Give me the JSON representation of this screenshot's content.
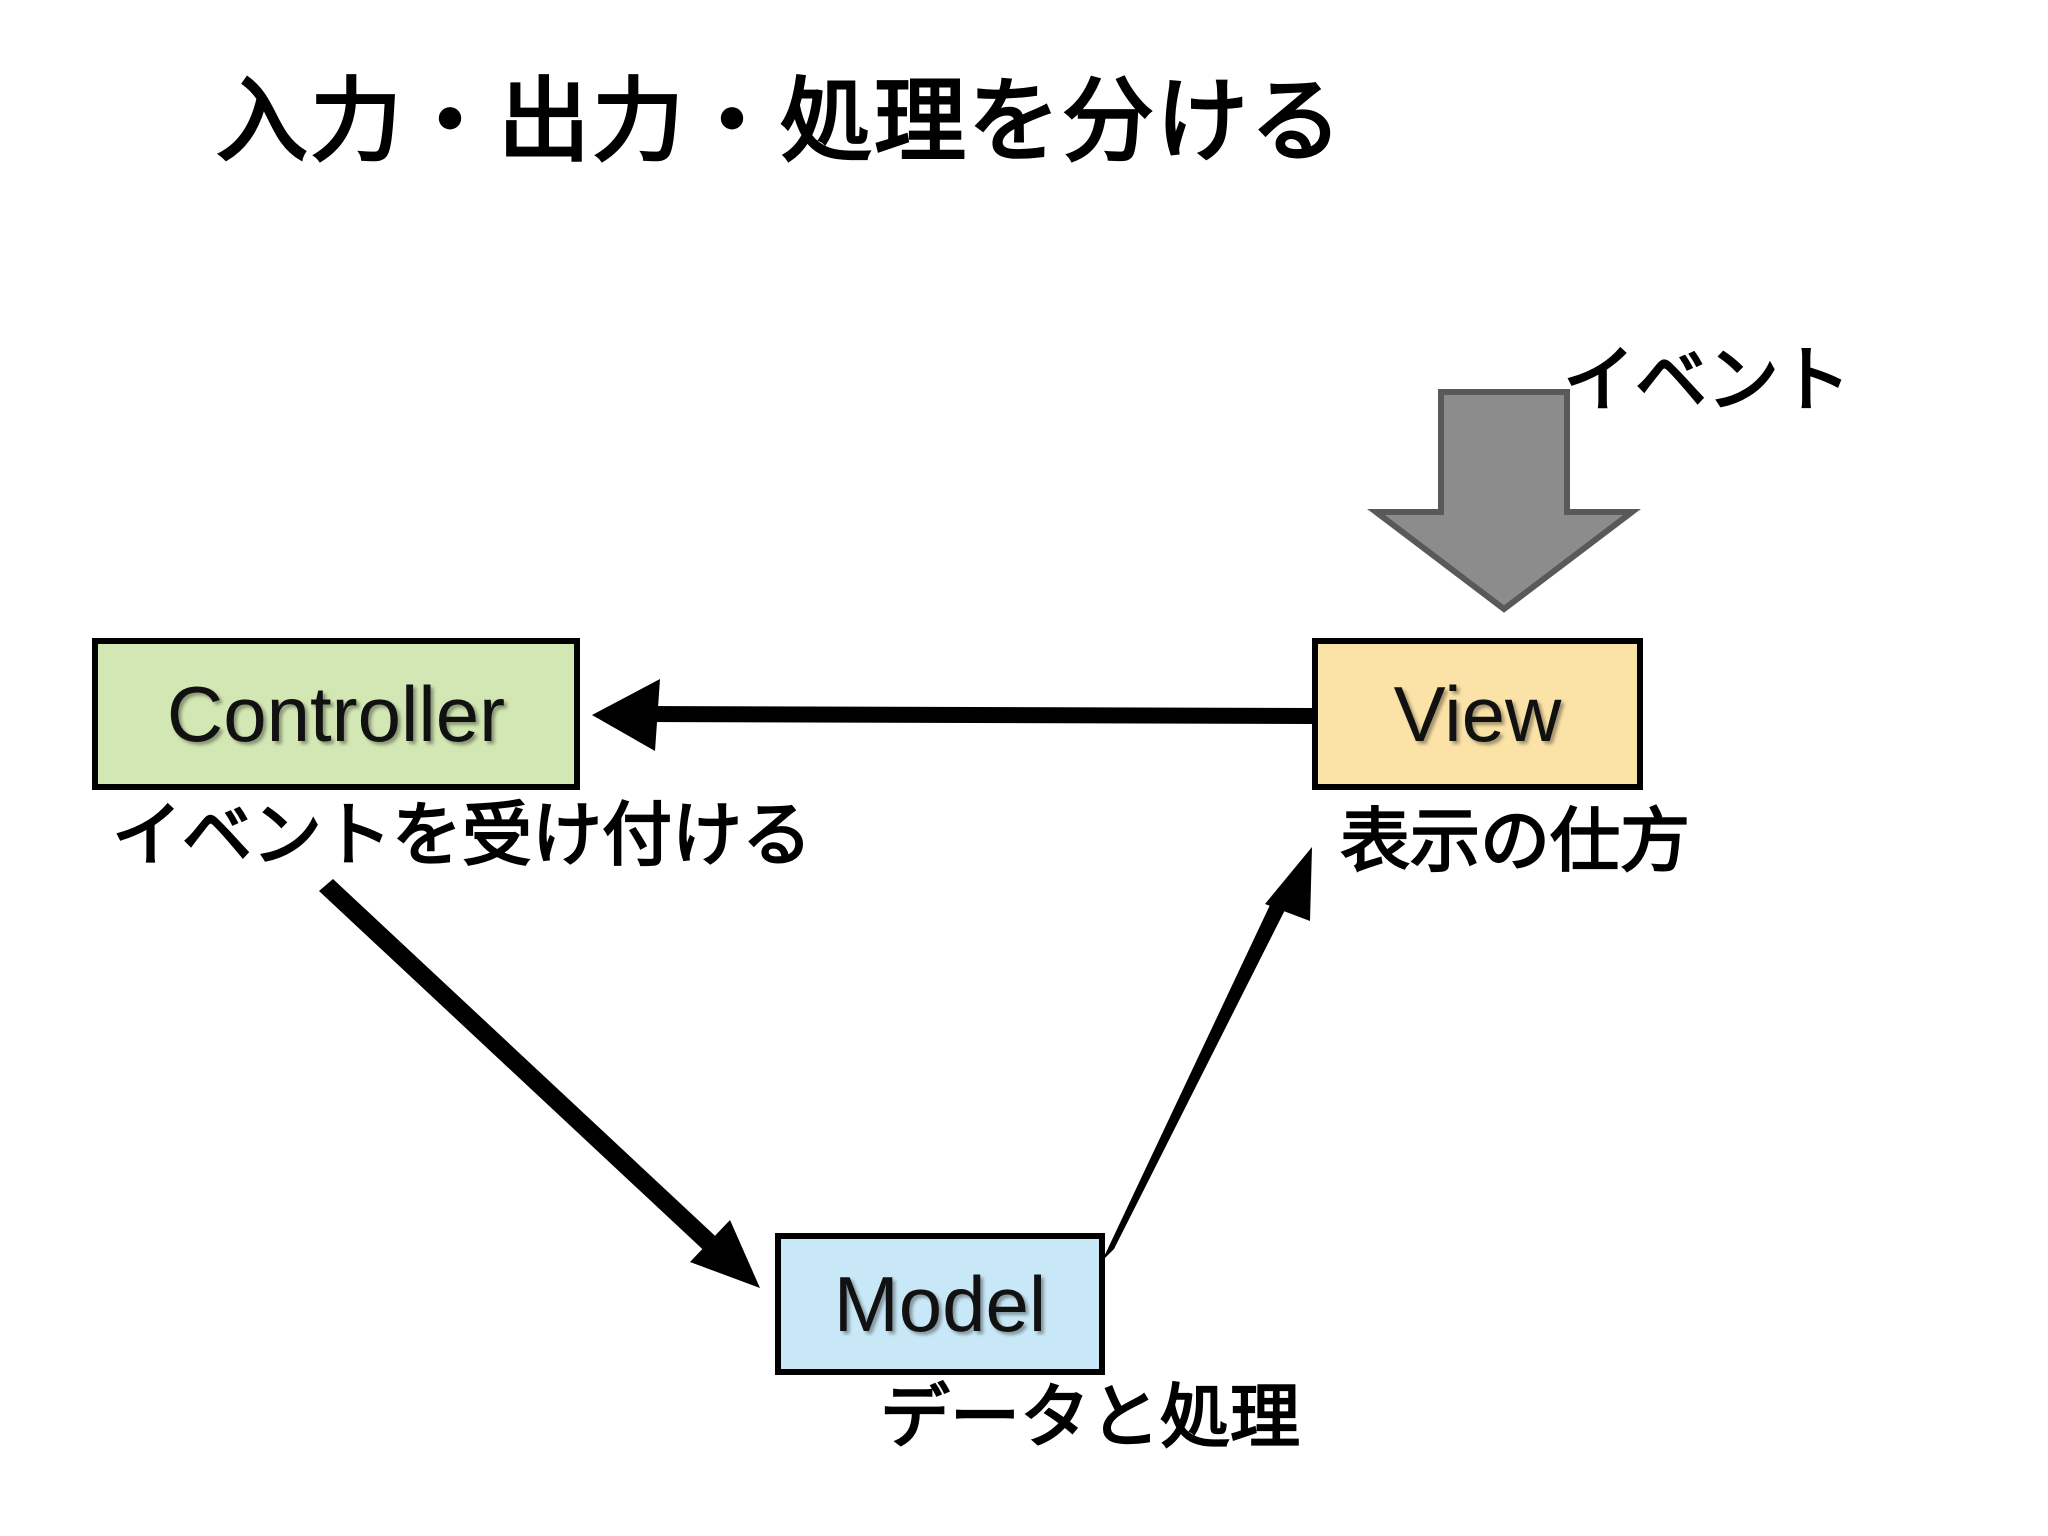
{
  "slide": {
    "title": "入力・出力・処理を分ける",
    "background_color": "#ffffff"
  },
  "nodes": [
    {
      "id": "controller",
      "label": "Controller",
      "caption": "イベントを受け付ける",
      "fill_color": "#d2e7b3",
      "border_color": "#000000"
    },
    {
      "id": "view",
      "label": "View",
      "caption": "表示の仕方",
      "fill_color": "#fbe2a7",
      "border_color": "#000000"
    },
    {
      "id": "model",
      "label": "Model",
      "caption": "データと処理",
      "fill_color": "#c9e8f7",
      "border_color": "#000000"
    }
  ],
  "annotations": {
    "event_label": "イベント",
    "event_arrow_color": "#8c8c8c",
    "event_arrow_outline": "#595959",
    "flow_arrow_color": "#000000"
  },
  "flows": [
    {
      "from": "view",
      "to": "controller",
      "direction": "left"
    },
    {
      "from": "controller",
      "to": "model",
      "direction": "down-right"
    },
    {
      "from": "model",
      "to": "view",
      "direction": "up-right"
    },
    {
      "from": "event",
      "to": "view",
      "direction": "down"
    }
  ]
}
